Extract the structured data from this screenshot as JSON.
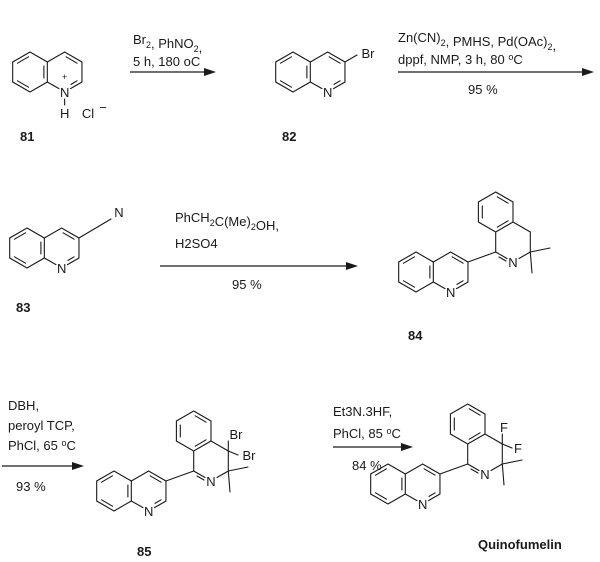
{
  "compounds": {
    "c81": {
      "label": "81",
      "atoms": {
        "n": "N",
        "plus": "+",
        "h": "H",
        "cl": "Cl",
        "minus": "−"
      }
    },
    "c82": {
      "label": "82",
      "atoms": {
        "n": "N",
        "br": "Br"
      }
    },
    "c83": {
      "label": "83",
      "atoms": {
        "n": "N",
        "cn_n": "N"
      }
    },
    "c84": {
      "label": "84",
      "atoms": {
        "n": "N",
        "n2": "N"
      }
    },
    "c85": {
      "label": "85",
      "atoms": {
        "n": "N",
        "n2": "N",
        "br1": "Br",
        "br2": "Br"
      }
    },
    "product": {
      "label": "Quinofumelin",
      "atoms": {
        "n": "N",
        "n2": "N",
        "f1": "F",
        "f2": "F"
      }
    }
  },
  "steps": [
    {
      "conditions": [
        "Br2, PhNO2,",
        "5 h, 180 oC"
      ],
      "yield": ""
    },
    {
      "conditions": [
        "Zn(CN)2, PMHS, Pd(OAc)2,",
        "dppf, NMP, 3 h, 80 oC"
      ],
      "yield": "95 %"
    },
    {
      "conditions": [
        "PhCH2C(Me)2OH,",
        "H2SO4"
      ],
      "yield": "95 %"
    },
    {
      "conditions": [
        "DBH,",
        "peroyl TCP,",
        "PhCl, 65 oC"
      ],
      "yield": "93 %"
    },
    {
      "conditions": [
        "Et3N.3HF,",
        "PhCl, 85 oC"
      ],
      "yield": "84 %"
    }
  ]
}
